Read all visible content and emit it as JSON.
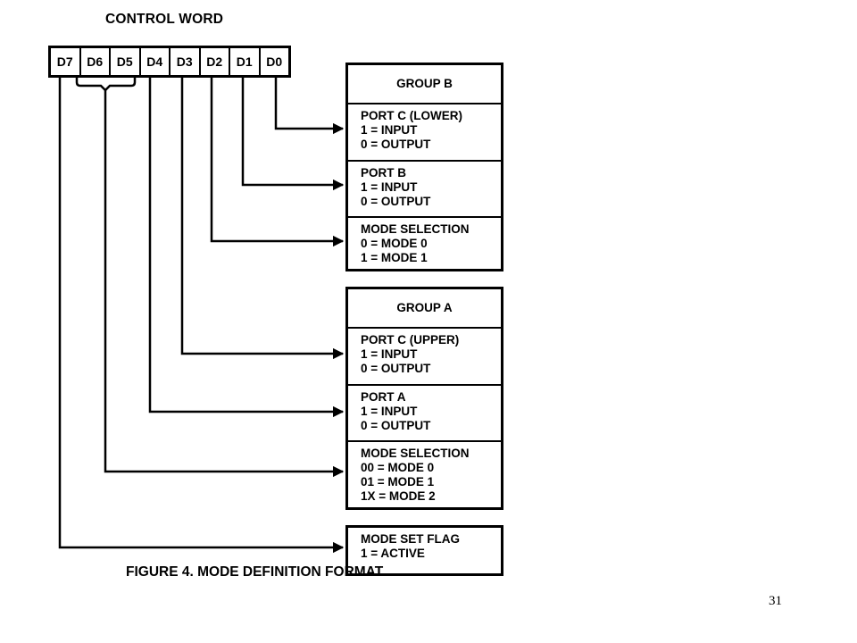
{
  "control_word_label": "CONTROL WORD",
  "bits": [
    "D7",
    "D6",
    "D5",
    "D4",
    "D3",
    "D2",
    "D1",
    "D0"
  ],
  "group_b": {
    "title": "GROUP B",
    "cells": [
      {
        "lines": [
          "PORT C (LOWER)",
          "1 = INPUT",
          "0 = OUTPUT"
        ]
      },
      {
        "lines": [
          "PORT B",
          "1 = INPUT",
          "0 = OUTPUT"
        ]
      },
      {
        "lines": [
          "MODE SELECTION",
          "0 = MODE 0",
          "1 = MODE 1"
        ]
      }
    ]
  },
  "group_a": {
    "title": "GROUP A",
    "cells": [
      {
        "lines": [
          "PORT C (UPPER)",
          "1 = INPUT",
          "0 = OUTPUT"
        ]
      },
      {
        "lines": [
          "PORT A",
          "1 = INPUT",
          "0 = OUTPUT"
        ]
      },
      {
        "lines": [
          "MODE SELECTION",
          "00 = MODE 0",
          "01 = MODE 1",
          "1X = MODE 2"
        ]
      }
    ]
  },
  "mode_set_flag": {
    "lines": [
      "MODE SET FLAG",
      "1 = ACTIVE"
    ]
  },
  "caption": "FIGURE 4.  MODE DEFINITION FORMAT",
  "page_number": "31"
}
